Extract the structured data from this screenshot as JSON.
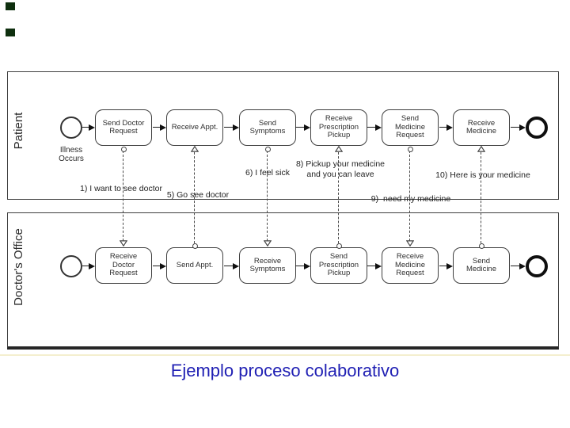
{
  "slide": {
    "caption": "Ejemplo proceso colaborativo",
    "caption_color": "#2121b4",
    "decoration_square_color": "#0e2f0e"
  },
  "diagram": {
    "stroke_color": "#3f3f3f",
    "pools": [
      {
        "lane_label": "Patient",
        "start_event_label": "Illness Occurs",
        "tasks": [
          "Send Doctor Request",
          "Receive Appt.",
          "Send Symptoms",
          "Receive Prescription Pickup",
          "Send Medicine Request",
          "Receive Medicine"
        ]
      },
      {
        "lane_label": "Doctor's Office",
        "tasks": [
          "Receive Doctor Request",
          "Send Appt.",
          "Receive Symptoms",
          "Send Prescription Pickup",
          "Receive Medicine Request",
          "Send Medicine"
        ]
      }
    ],
    "messages": [
      {
        "label": "1) I want to see doctor"
      },
      {
        "label": "5) Go see doctor"
      },
      {
        "label": "6) I feel sick"
      },
      {
        "label": "8) Pickup your medicine and you can leave"
      },
      {
        "label": "9)  need my medicine"
      },
      {
        "label": "10) Here is your medicine"
      }
    ]
  }
}
